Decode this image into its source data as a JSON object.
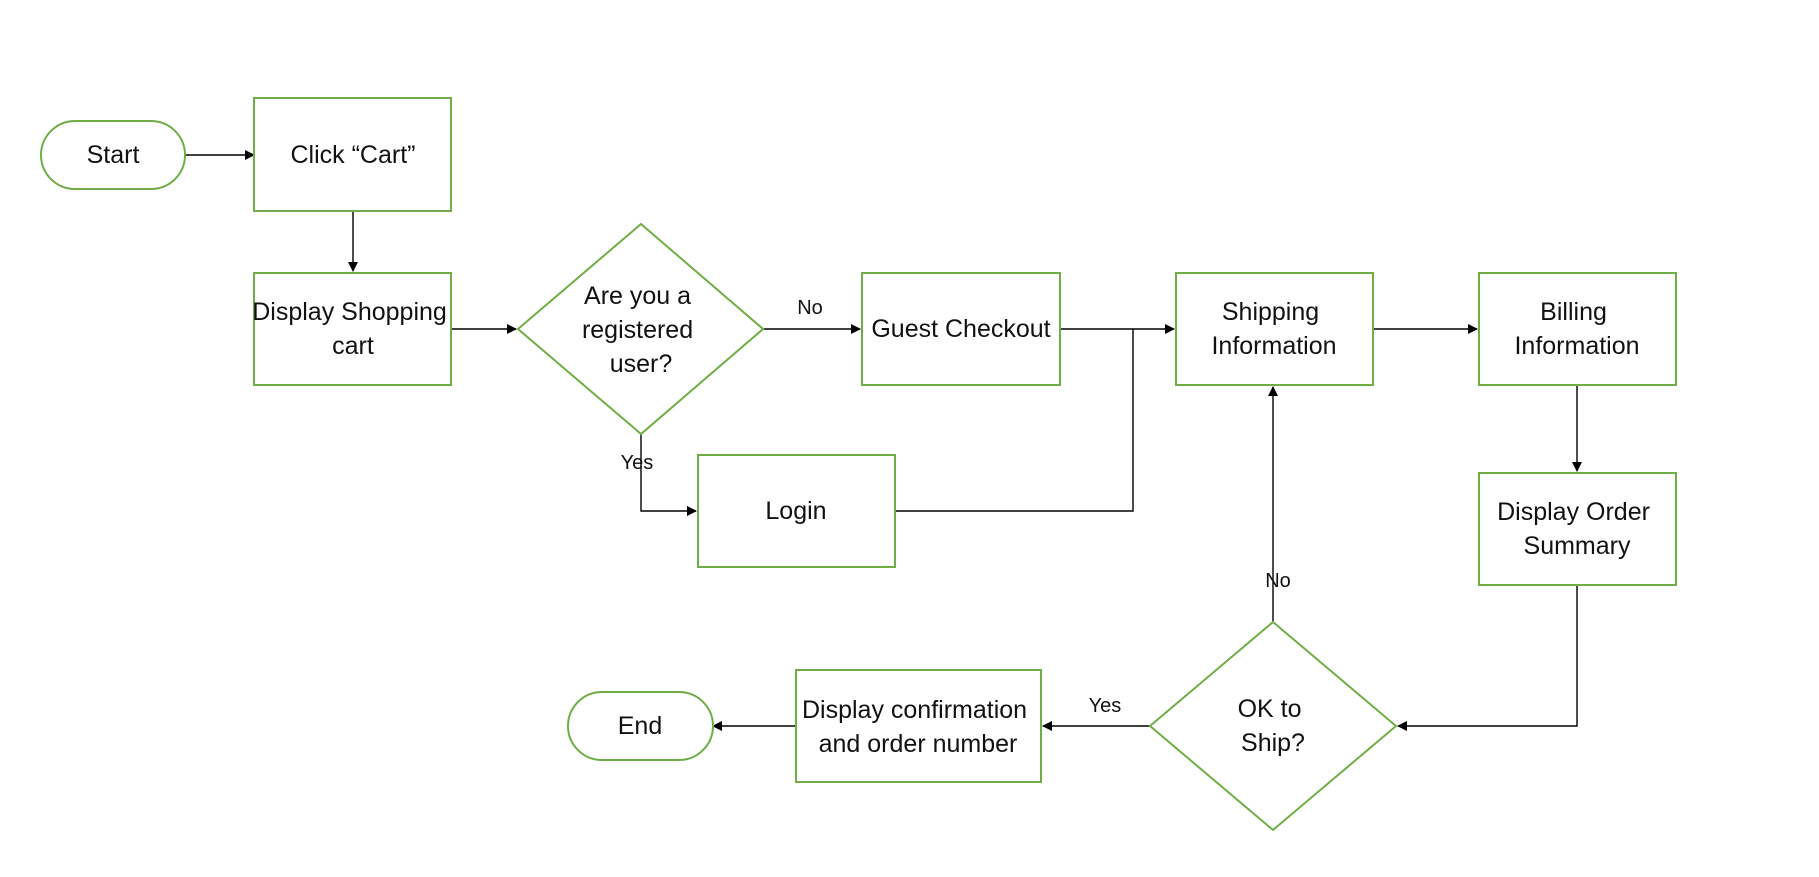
{
  "colors": {
    "node_border": "#70ad47",
    "connector": "#000000",
    "text": "#111111",
    "background": "#ffffff"
  },
  "nodes": {
    "start": {
      "kind": "terminator",
      "lines": [
        "Start"
      ]
    },
    "click_cart": {
      "kind": "process",
      "lines": [
        "Click “Cart”"
      ]
    },
    "display_cart": {
      "kind": "process",
      "lines": [
        "Display Shopping",
        "cart"
      ]
    },
    "registered": {
      "kind": "decision",
      "lines": [
        "Are you a",
        "registered",
        "user?"
      ]
    },
    "guest_checkout": {
      "kind": "process",
      "lines": [
        "Guest Checkout"
      ]
    },
    "login": {
      "kind": "process",
      "lines": [
        "Login"
      ]
    },
    "shipping_info": {
      "kind": "process",
      "lines": [
        "Shipping",
        "Information"
      ]
    },
    "billing_info": {
      "kind": "process",
      "lines": [
        "Billing",
        "Information"
      ]
    },
    "order_summary": {
      "kind": "process",
      "lines": [
        "Display Order",
        "Summary"
      ]
    },
    "ok_to_ship": {
      "kind": "decision",
      "lines": [
        "OK to",
        "Ship?"
      ]
    },
    "confirmation": {
      "kind": "process",
      "lines": [
        "Display confirmation",
        "and order number"
      ]
    },
    "end": {
      "kind": "terminator",
      "lines": [
        "End"
      ]
    }
  },
  "edges": [
    {
      "from": "start",
      "to": "click_cart",
      "label": ""
    },
    {
      "from": "click_cart",
      "to": "display_cart",
      "label": ""
    },
    {
      "from": "display_cart",
      "to": "registered",
      "label": ""
    },
    {
      "from": "registered",
      "to": "guest_checkout",
      "label": "No"
    },
    {
      "from": "registered",
      "to": "login",
      "label": "Yes"
    },
    {
      "from": "guest_checkout",
      "to": "shipping_info",
      "label": ""
    },
    {
      "from": "login",
      "to": "shipping_info",
      "label": ""
    },
    {
      "from": "shipping_info",
      "to": "billing_info",
      "label": ""
    },
    {
      "from": "billing_info",
      "to": "order_summary",
      "label": ""
    },
    {
      "from": "order_summary",
      "to": "ok_to_ship",
      "label": ""
    },
    {
      "from": "ok_to_ship",
      "to": "shipping_info",
      "label": "No"
    },
    {
      "from": "ok_to_ship",
      "to": "confirmation",
      "label": "Yes"
    },
    {
      "from": "confirmation",
      "to": "end",
      "label": ""
    }
  ]
}
